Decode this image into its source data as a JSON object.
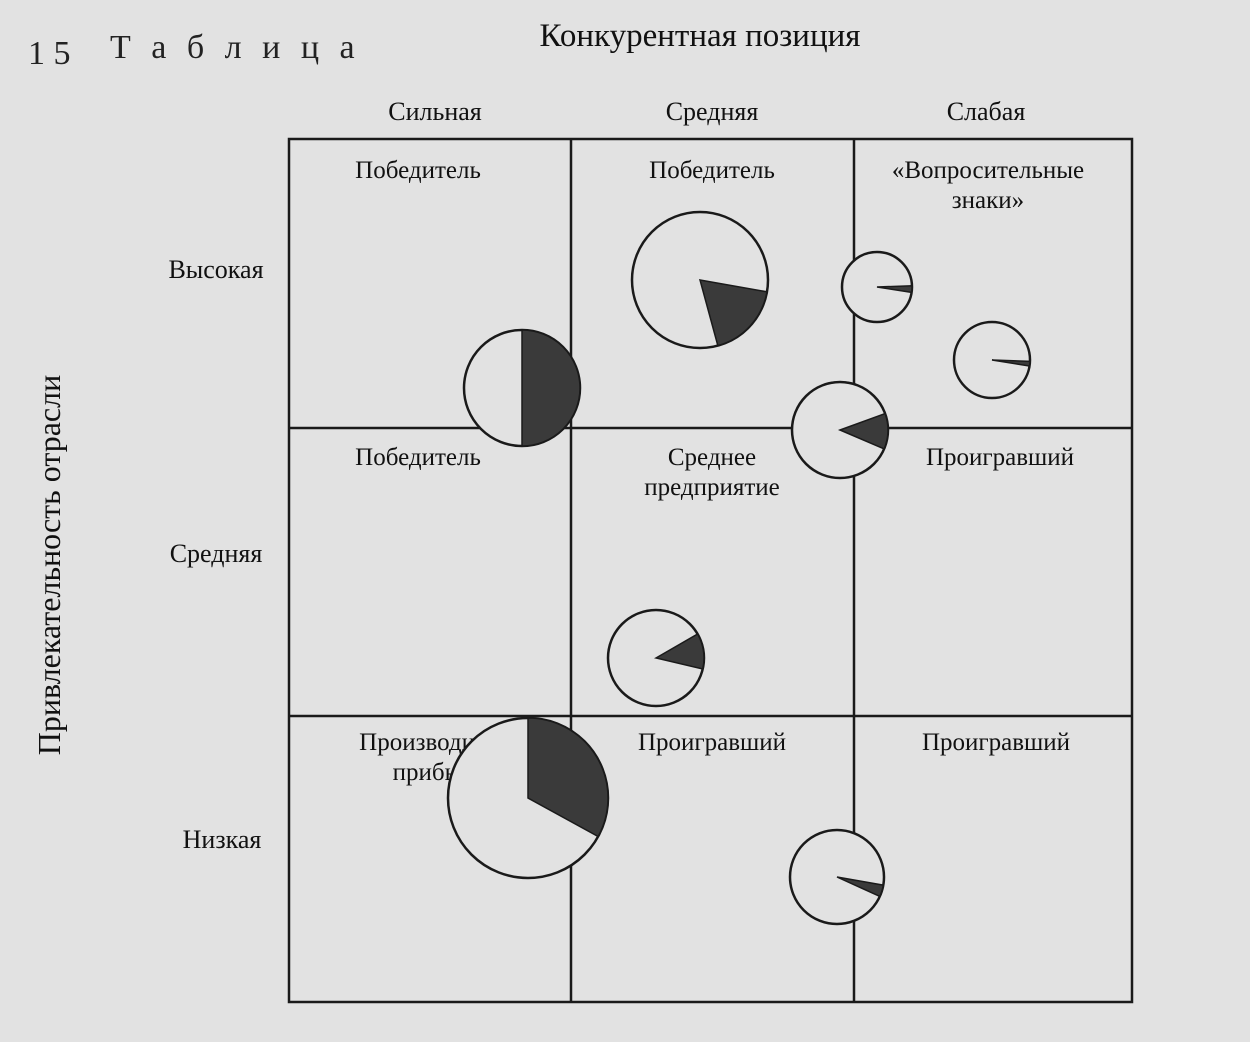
{
  "title": "Конкурентная позиция",
  "y_axis_title": "Привлекательность отрасли",
  "header": {
    "page_number": "1 5",
    "running_title": "Т а б л и ц а"
  },
  "columns": [
    "Сильная",
    "Средняя",
    "Слабая"
  ],
  "rows": [
    "Высокая",
    "Средняя",
    "Низкая"
  ],
  "cells": [
    [
      "Победитель",
      "Победитель",
      "«Вопросительные знаки»"
    ],
    [
      "Победитель",
      "Среднее предприятие",
      "Проигравший"
    ],
    [
      "Производитель прибыли",
      "Проигравший",
      "Проигравший"
    ]
  ],
  "businesses": [
    {
      "share_fraction": 0.18
    },
    {
      "share_fraction": 0.03
    },
    {
      "share_fraction": 0.02
    },
    {
      "share_fraction": 0.5
    },
    {
      "share_fraction": 0.12
    },
    {
      "share_fraction": 0.12
    },
    {
      "share_fraction": 0.33
    },
    {
      "share_fraction": 0.04
    }
  ],
  "colors": {
    "sector_fill": "#3a3a3a",
    "line": "#1a1a1a",
    "paper": "#e2e2e2"
  }
}
